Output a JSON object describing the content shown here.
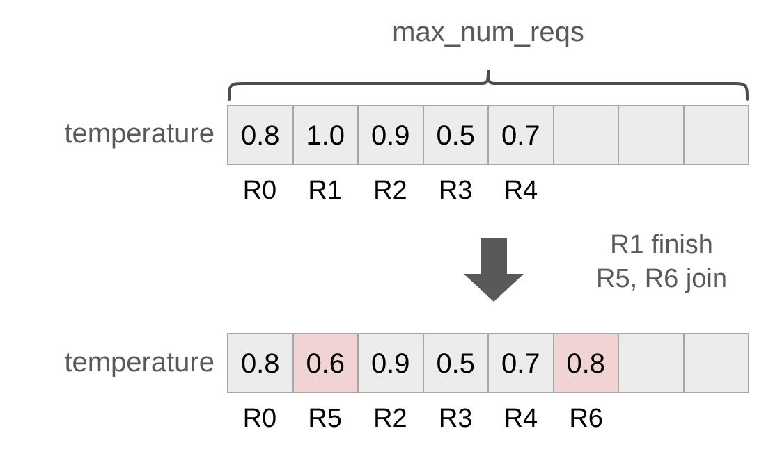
{
  "diagram": {
    "title": "max_num_reqs",
    "brace_label": "max_num_reqs",
    "arrow_icon": "down-arrow-icon",
    "colors": {
      "slot_fill": "#ececec",
      "slot_border": "#a6a6a6",
      "highlight_fill": "#f2d3d3",
      "label_text": "#595959",
      "value_text": "#000000",
      "arrow_fill": "#595959",
      "brace_stroke": "#4d4d4d"
    },
    "rows": [
      {
        "label": "temperature",
        "slot_count": 8,
        "slots": [
          {
            "value": "0.8",
            "request": "R0",
            "highlight": false,
            "empty": false
          },
          {
            "value": "1.0",
            "request": "R1",
            "highlight": false,
            "empty": false
          },
          {
            "value": "0.9",
            "request": "R2",
            "highlight": false,
            "empty": false
          },
          {
            "value": "0.5",
            "request": "R3",
            "highlight": false,
            "empty": false
          },
          {
            "value": "0.7",
            "request": "R4",
            "highlight": false,
            "empty": false
          },
          {
            "value": "",
            "request": "",
            "highlight": false,
            "empty": true
          },
          {
            "value": "",
            "request": "",
            "highlight": false,
            "empty": true
          },
          {
            "value": "",
            "request": "",
            "highlight": false,
            "empty": true
          }
        ]
      },
      {
        "label": "temperature",
        "slot_count": 8,
        "slots": [
          {
            "value": "0.8",
            "request": "R0",
            "highlight": false,
            "empty": false
          },
          {
            "value": "0.6",
            "request": "R5",
            "highlight": true,
            "empty": false
          },
          {
            "value": "0.9",
            "request": "R2",
            "highlight": false,
            "empty": false
          },
          {
            "value": "0.5",
            "request": "R3",
            "highlight": false,
            "empty": false
          },
          {
            "value": "0.7",
            "request": "R4",
            "highlight": false,
            "empty": false
          },
          {
            "value": "0.8",
            "request": "R6",
            "highlight": true,
            "empty": false
          },
          {
            "value": "",
            "request": "",
            "highlight": false,
            "empty": true
          },
          {
            "value": "",
            "request": "",
            "highlight": false,
            "empty": true
          }
        ]
      }
    ],
    "transition": {
      "lines": [
        "R1 finish",
        "R5, R6 join"
      ]
    }
  }
}
